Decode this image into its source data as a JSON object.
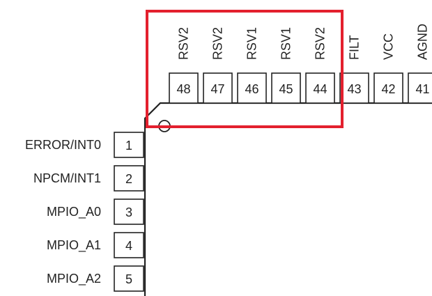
{
  "highlight_color": "#e3202e",
  "top_pins": [
    {
      "number": "48",
      "name": "RSV2",
      "highlighted": true
    },
    {
      "number": "47",
      "name": "RSV2",
      "highlighted": true
    },
    {
      "number": "46",
      "name": "RSV1",
      "highlighted": true
    },
    {
      "number": "45",
      "name": "RSV1",
      "highlighted": true
    },
    {
      "number": "44",
      "name": "RSV2",
      "highlighted": true
    },
    {
      "number": "43",
      "name": "FILT",
      "highlighted": false
    },
    {
      "number": "42",
      "name": "VCC",
      "highlighted": false
    },
    {
      "number": "41",
      "name": "AGND",
      "highlighted": false
    }
  ],
  "left_pins": [
    {
      "number": "1",
      "name": "ERROR/INT0"
    },
    {
      "number": "2",
      "name": "NPCM/INT1"
    },
    {
      "number": "3",
      "name": "MPIO_A0"
    },
    {
      "number": "4",
      "name": "MPIO_A1"
    },
    {
      "number": "5",
      "name": "MPIO_A2"
    }
  ]
}
